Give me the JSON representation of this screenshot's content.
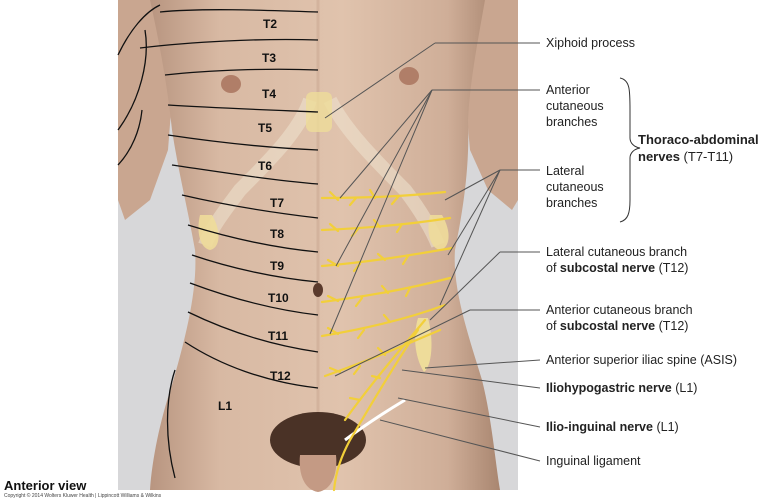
{
  "segments": [
    "T2",
    "T3",
    "T4",
    "T5",
    "T6",
    "T7",
    "T8",
    "T9",
    "T10",
    "T11",
    "T12",
    "L1"
  ],
  "labels": {
    "xiphoid": "Xiphoid process",
    "ant_cut_1": "Anterior",
    "ant_cut_2": "cutaneous",
    "ant_cut_3": "branches",
    "lat_cut_1": "Lateral",
    "lat_cut_2": "cutaneous",
    "lat_cut_3": "branches",
    "thoraco_1": "Thoraco-abdominal",
    "thoraco_2": "nerves",
    "thoraco_3": "(T7-T11)",
    "lat_sub_1": "Lateral cutaneous branch",
    "lat_sub_2a": "of",
    "lat_sub_2b": "subcostal nerve",
    "lat_sub_2c": "(T12)",
    "ant_sub_1": "Anterior cutaneous branch",
    "ant_sub_2a": "of",
    "ant_sub_2b": "subcostal nerve",
    "ant_sub_2c": "(T12)",
    "asis": "Anterior superior iliac spine (ASIS)",
    "iliohypo_a": "Iliohypogastric nerve",
    "iliohypo_b": "(L1)",
    "ilioing_a": "Ilio-inguinal nerve",
    "ilioing_b": "(L1)",
    "inguinal": "Inguinal ligament"
  },
  "caption": "Anterior view",
  "copyright": "Copyright © 2014 Wolters Kluwer Health | Lippincott Williams & Wilkins",
  "colors": {
    "background": "#ffffff",
    "skin": "#d8b8a2",
    "nerve": "#f2cf3a",
    "bone": "#eedc9a",
    "leader": "#555555",
    "ligament": "#ffffff"
  }
}
